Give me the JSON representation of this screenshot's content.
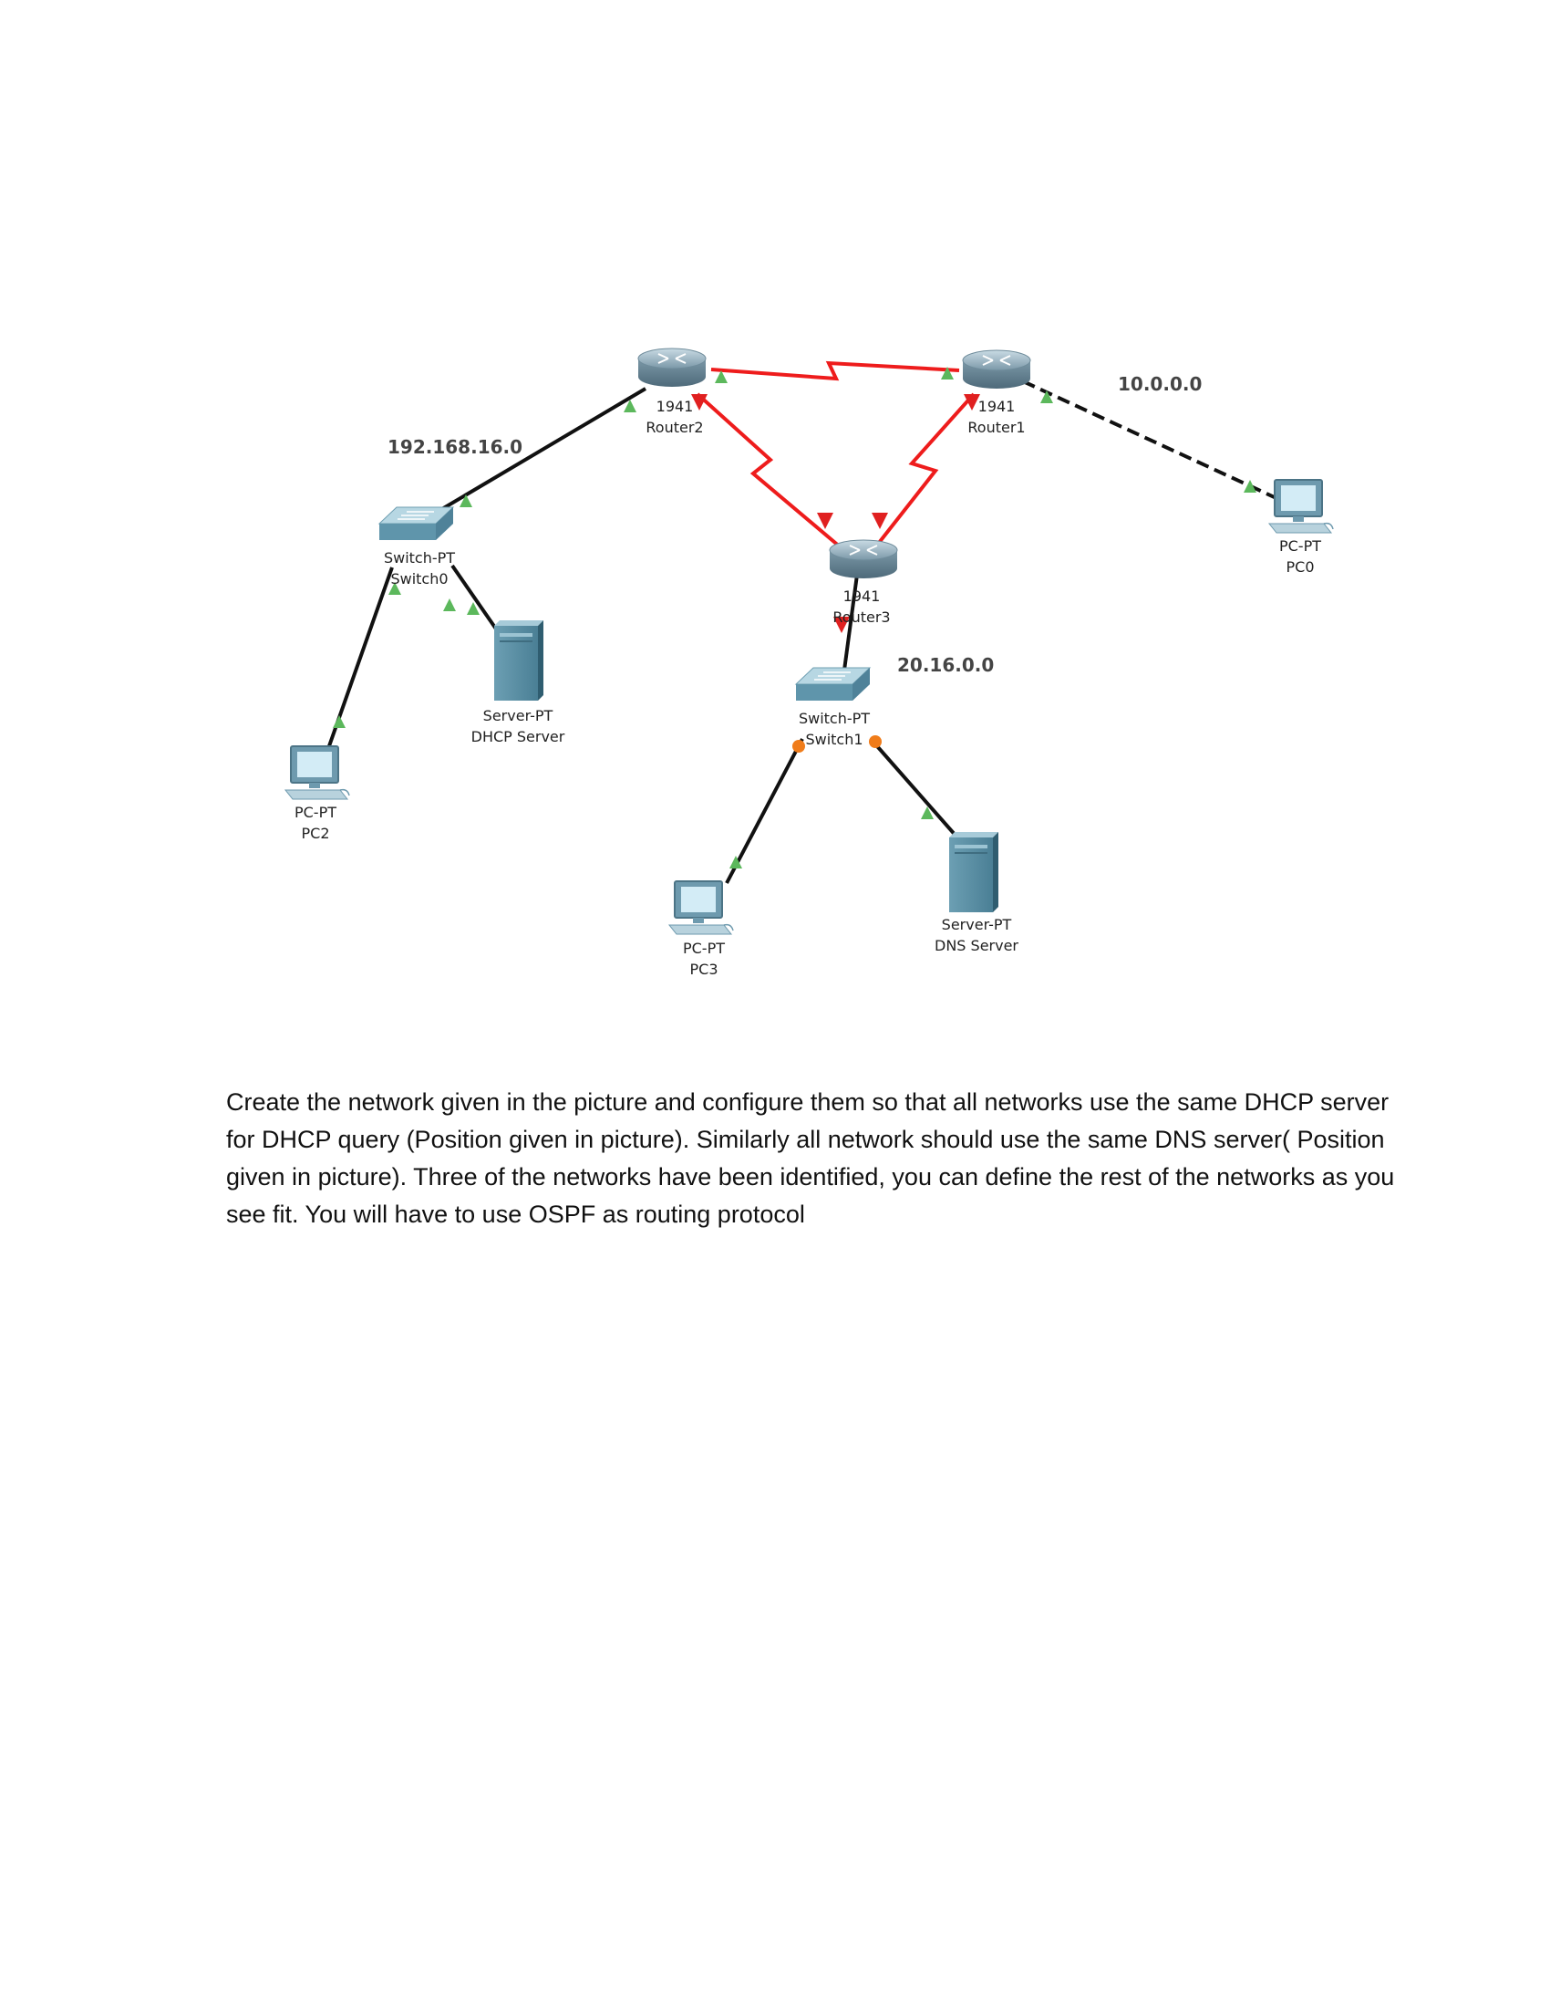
{
  "devices": {
    "router2": {
      "model": "1941",
      "name": "Router2",
      "icon": "router-icon"
    },
    "router1": {
      "model": "1941",
      "name": "Router1",
      "icon": "router-icon"
    },
    "router3": {
      "model": "1941",
      "name": "Router3",
      "icon": "router-icon"
    },
    "switch0": {
      "model": "Switch-PT",
      "name": "Switch0",
      "icon": "switch-icon"
    },
    "switch1": {
      "model": "Switch-PT",
      "name": "Switch1",
      "icon": "switch-icon"
    },
    "dhcp_server": {
      "model": "Server-PT",
      "name": "DHCP Server",
      "icon": "server-icon"
    },
    "dns_server": {
      "model": "Server-PT",
      "name": "DNS Server",
      "icon": "server-icon"
    },
    "pc0": {
      "model": "PC-PT",
      "name": "PC0",
      "icon": "pc-icon"
    },
    "pc2": {
      "model": "PC-PT",
      "name": "PC2",
      "icon": "pc-icon"
    },
    "pc3": {
      "model": "PC-PT",
      "name": "PC3",
      "icon": "pc-icon"
    }
  },
  "networks": {
    "lan_switch0": "192.168.16.0",
    "lan_pc0": "10.0.0.0",
    "lan_switch1": "20.16.0.0"
  },
  "colors": {
    "serial_link": "#ee1c1c",
    "ethernet_link": "#111111",
    "link_up": "#5cb85c",
    "link_down": "#e02020",
    "link_pending": "#f07c1a"
  },
  "task": {
    "text": "Create the network given in the picture and configure them so that all networks use the same DHCP server for DHCP query (Position given in picture). Similarly all network should use the same DNS server( Position given in picture). Three of the networks have been identified, you can define the rest of the networks as you see fit. You will have to use OSPF as routing protocol"
  }
}
